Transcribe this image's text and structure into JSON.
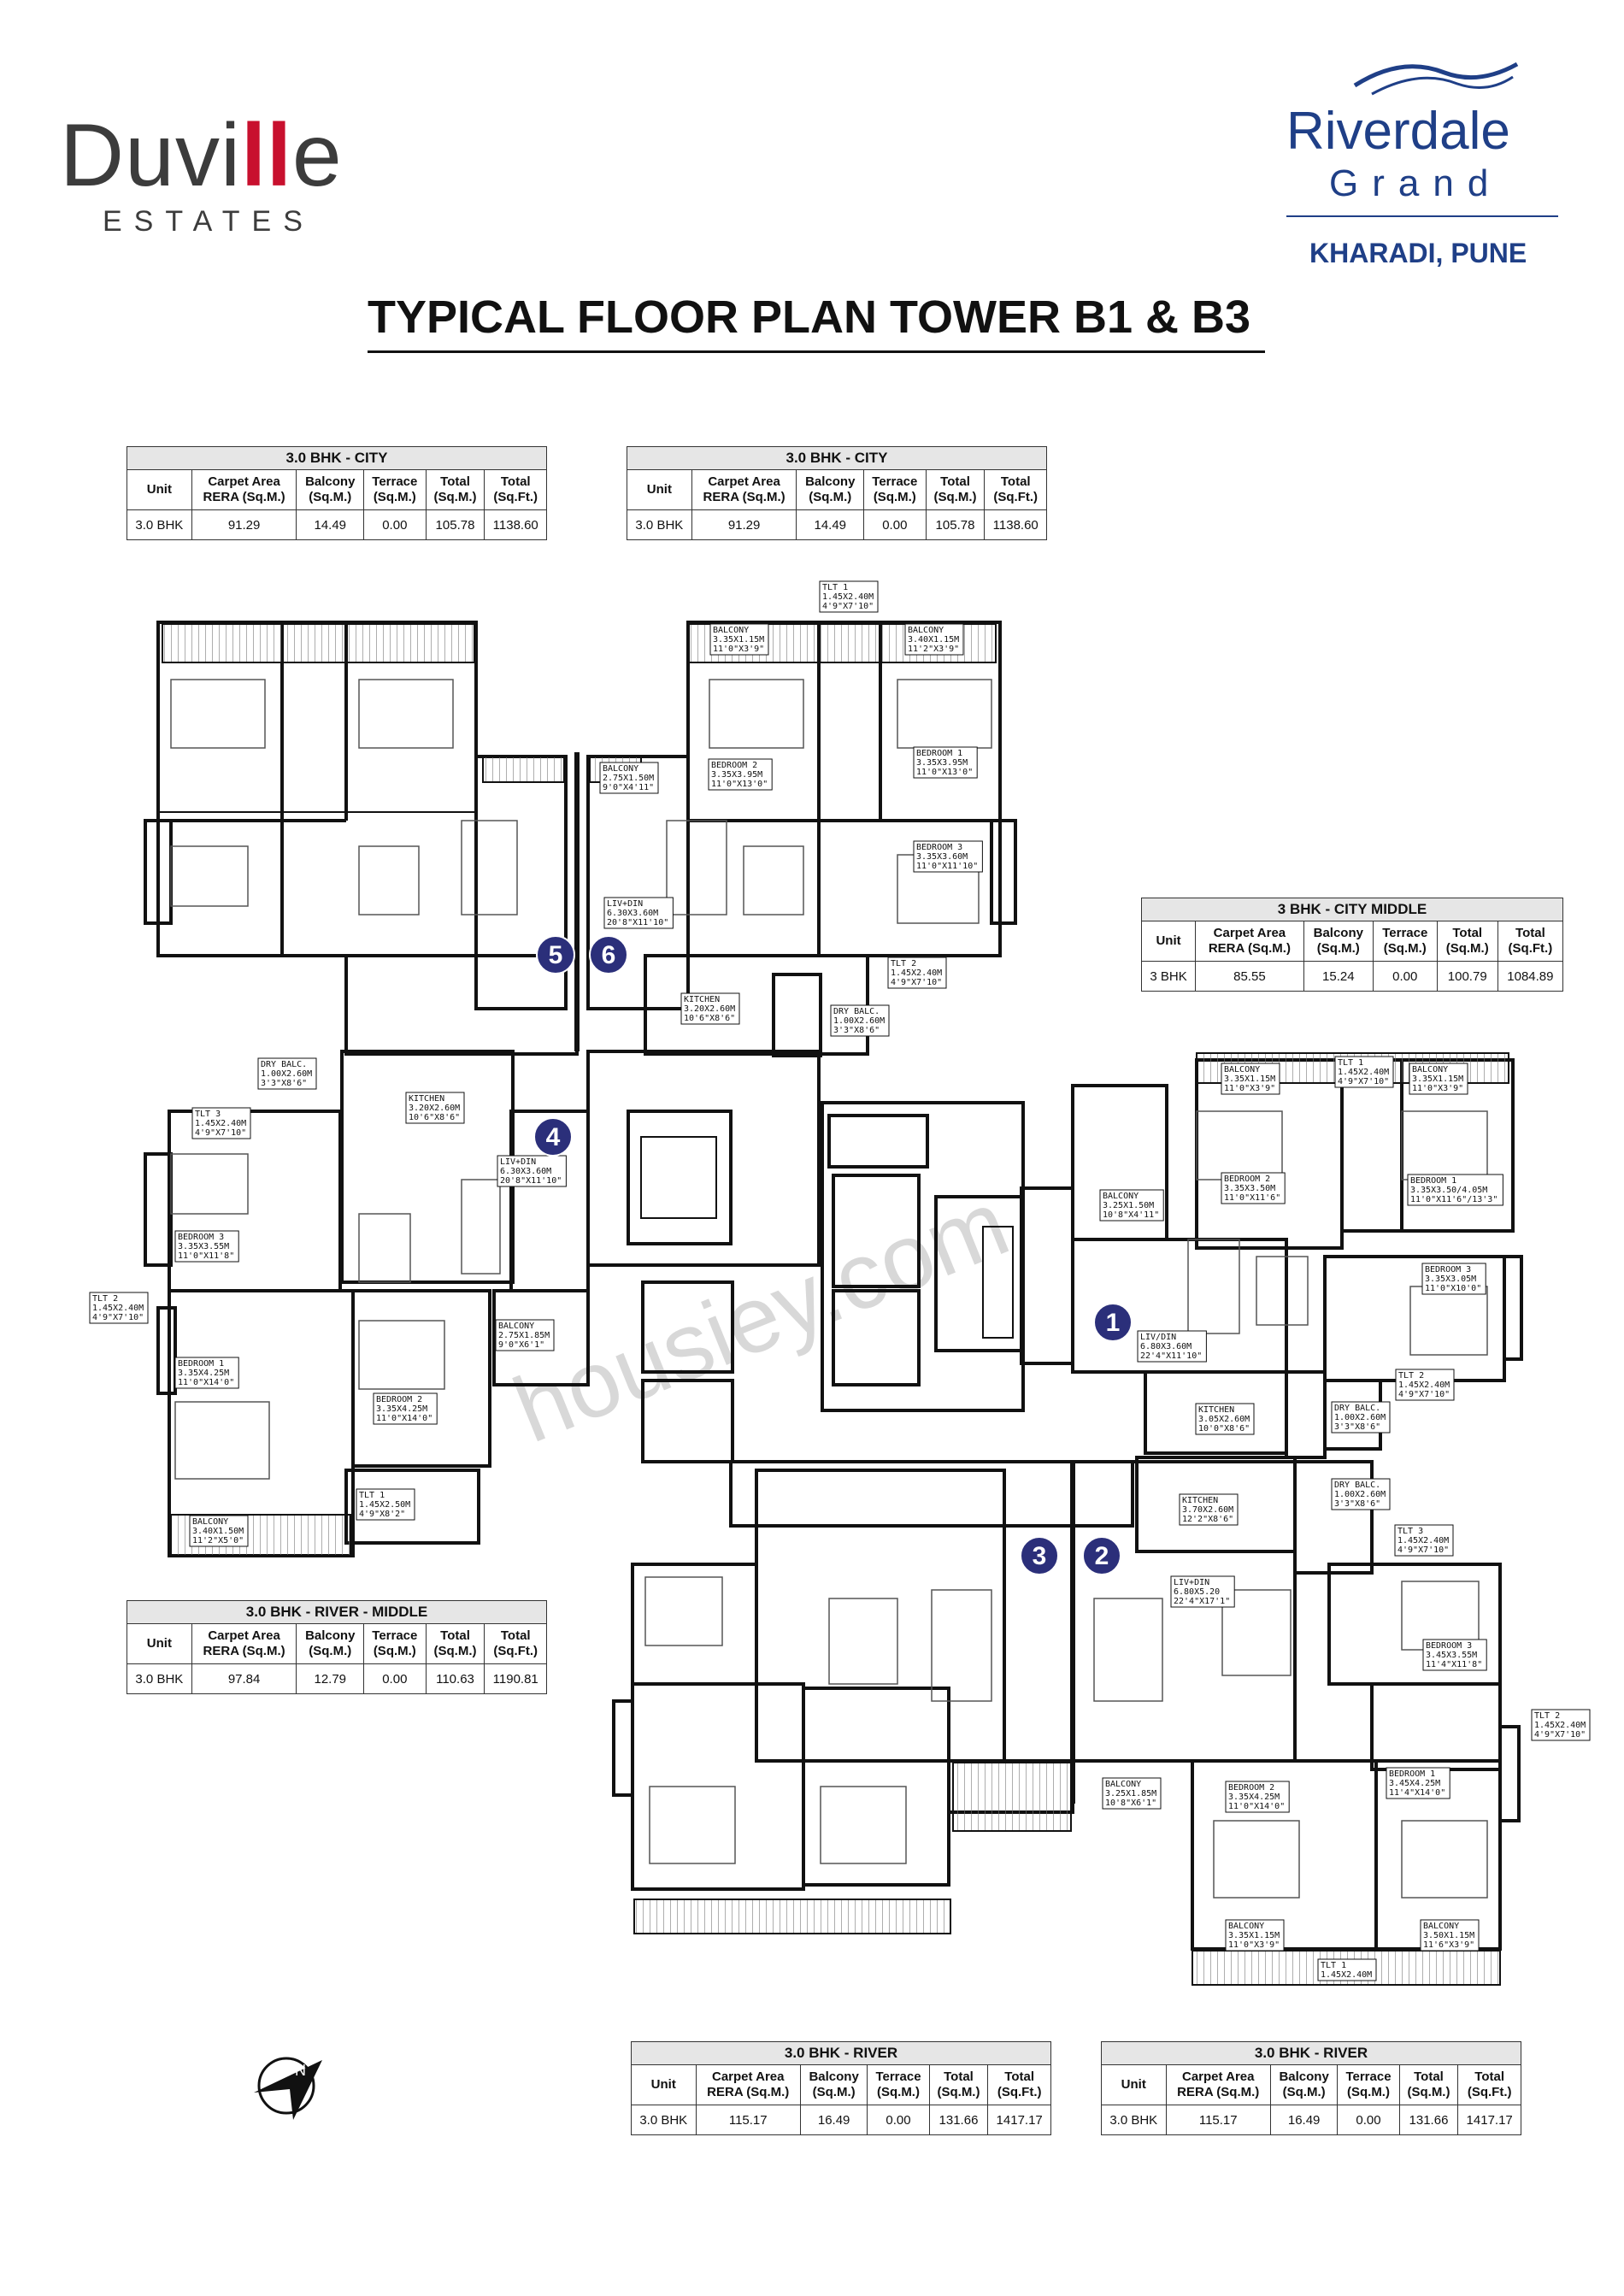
{
  "header": {
    "duville_prefix": "Duvi",
    "duville_ll": "ll",
    "duville_suffix": "e",
    "estates": "ESTATES",
    "riverdale": "Riverdale",
    "grand": "Grand",
    "location": "KHARADI, PUNE",
    "title": "TYPICAL FLOOR PLAN TOWER B1 & B3"
  },
  "table_headers": {
    "unit": "Unit",
    "carpet": "Carpet Area",
    "carpet2": "RERA (Sq.M.)",
    "balcony": "Balcony",
    "balcony2": "(Sq.M.)",
    "terrace": "Terrace",
    "terrace2": "(Sq.M.)",
    "total_sqm": "Total",
    "total_sqm2": "(Sq.M.)",
    "total_sqft": "Total",
    "total_sqft2": "(Sq.Ft.)"
  },
  "tables": [
    {
      "caption": "3.0 BHK - CITY",
      "unit": "3.0 BHK",
      "carpet": "91.29",
      "balcony": "14.49",
      "terrace": "0.00",
      "total_sqm": "105.78",
      "total_sqft": "1138.60"
    },
    {
      "caption": "3.0 BHK - CITY",
      "unit": "3.0 BHK",
      "carpet": "91.29",
      "balcony": "14.49",
      "terrace": "0.00",
      "total_sqm": "105.78",
      "total_sqft": "1138.60"
    },
    {
      "caption": "3 BHK - CITY MIDDLE",
      "unit": "3 BHK",
      "carpet": "85.55",
      "balcony": "15.24",
      "terrace": "0.00",
      "total_sqm": "100.79",
      "total_sqft": "1084.89"
    },
    {
      "caption": "3.0 BHK - RIVER - MIDDLE",
      "unit": "3.0 BHK",
      "carpet": "97.84",
      "balcony": "12.79",
      "terrace": "0.00",
      "total_sqm": "110.63",
      "total_sqft": "1190.81"
    },
    {
      "caption": "3.0 BHK - RIVER",
      "unit": "3.0 BHK",
      "carpet": "115.17",
      "balcony": "16.49",
      "terrace": "0.00",
      "total_sqm": "131.66",
      "total_sqft": "1417.17"
    },
    {
      "caption": "3.0 BHK - RIVER",
      "unit": "3.0 BHK",
      "carpet": "115.17",
      "balcony": "16.49",
      "terrace": "0.00",
      "total_sqm": "131.66",
      "total_sqft": "1417.17"
    }
  ],
  "unit_markers": [
    "1",
    "2",
    "3",
    "4",
    "5",
    "6"
  ],
  "marker_color": "#2b2f7a",
  "watermark": "housiey.com",
  "room_labels": {
    "tlt1_top": [
      "TLT 1",
      "1.45X2.40M",
      "4'9\"X7'10\""
    ],
    "balc_a": [
      "BALCONY",
      "3.35X1.15M",
      "11'0\"X3'9\""
    ],
    "balc_b": [
      "BALCONY",
      "3.40X1.15M",
      "11'2\"X3'9\""
    ],
    "balc_c": [
      "BALCONY",
      "2.75X1.50M",
      "9'0\"X4'11\""
    ],
    "bed2_a": [
      "BEDROOM 2",
      "3.35X3.95M",
      "11'0\"X13'0\""
    ],
    "bed1_a": [
      "BEDROOM 1",
      "3.35X3.95M",
      "11'0\"X13'0\""
    ],
    "bed3_a": [
      "BEDROOM 3",
      "3.35X3.60M",
      "11'0\"X11'10\""
    ],
    "livdin_a": [
      "LIV+DIN",
      "6.30X3.60M",
      "20'8\"X11'10\""
    ],
    "tlt2_a": [
      "TLT 2",
      "1.45X2.40M",
      "4'9\"X7'10\""
    ],
    "kitchen_a": [
      "KITCHEN",
      "3.20X2.60M",
      "10'6\"X8'6\""
    ],
    "drybalc_a": [
      "DRY BALC.",
      "1.00X2.60M",
      "3'3\"X8'6\""
    ],
    "drybalc_b": [
      "DRY BALC.",
      "1.00X2.60M",
      "3'3\"X8'6\""
    ],
    "kitchen_b": [
      "KITCHEN",
      "3.20X2.60M",
      "10'6\"X8'6\""
    ],
    "tlt3_b": [
      "TLT 3",
      "1.45X2.40M",
      "4'9\"X7'10\""
    ],
    "livdin_b": [
      "LIV+DIN",
      "6.30X3.60M",
      "20'8\"X11'10\""
    ],
    "bed3_b": [
      "BEDROOM 3",
      "3.35X3.55M",
      "11'0\"X11'8\""
    ],
    "tlt2_b": [
      "TLT 2",
      "1.45X2.40M",
      "4'9\"X7'10\""
    ],
    "balc_d": [
      "BALCONY",
      "2.75X1.85M",
      "9'0\"X6'1\""
    ],
    "bed1_b": [
      "BEDROOM 1",
      "3.35X4.25M",
      "11'0\"X14'0\""
    ],
    "bed2_b": [
      "BEDROOM 2",
      "3.35X4.25M",
      "11'0\"X14'0\""
    ],
    "tlt1_b": [
      "TLT 1",
      "1.45X2.50M",
      "4'9\"X8'2\""
    ],
    "balc_e": [
      "BALCONY",
      "3.40X1.50M",
      "11'2\"X5'0\""
    ],
    "tlt1_c": [
      "TLT 1",
      "1.45X2.40M",
      "4'9\"X7'10\""
    ],
    "balc_f": [
      "BALCONY",
      "3.35X1.15M",
      "11'0\"X3'9\""
    ],
    "balc_g": [
      "BALCONY",
      "3.35X1.15M",
      "11'0\"X3'9\""
    ],
    "bed2_c": [
      "BEDROOM 2",
      "3.35X3.50M",
      "11'0\"X11'6\""
    ],
    "bed1_c": [
      "BEDROOM 1",
      "3.35X3.50/4.05M",
      "11'0\"X11'6\"/13'3\""
    ],
    "balc_h": [
      "BALCONY",
      "3.25X1.50M",
      "10'8\"X4'11\""
    ],
    "bed3_c": [
      "BEDROOM 3",
      "3.35X3.05M",
      "11'0\"X10'0\""
    ],
    "livdin_c": [
      "LIV/DIN",
      "6.80X3.60M",
      "22'4\"X11'10\""
    ],
    "tlt2_c": [
      "TLT 2",
      "1.45X2.40M",
      "4'9\"X7'10\""
    ],
    "kitchen_c": [
      "KITCHEN",
      "3.05X2.60M",
      "10'0\"X8'6\""
    ],
    "drybalc_c": [
      "DRY BALC.",
      "1.00X2.60M",
      "3'3\"X8'6\""
    ],
    "drybalc_d": [
      "DRY BALC.",
      "1.00X2.60M",
      "3'3\"X8'6\""
    ],
    "kitchen_d": [
      "KITCHEN",
      "3.70X2.60M",
      "12'2\"X8'6\""
    ],
    "tlt3_d": [
      "TLT 3",
      "1.45X2.40M",
      "4'9\"X7'10\""
    ],
    "livdin_d": [
      "LIV+DIN",
      "6.80X5.20",
      "22'4\"X17'1\""
    ],
    "bed3_d": [
      "BEDROOM 3",
      "3.45X3.55M",
      "11'4\"X11'8\""
    ],
    "tlt2_d": [
      "TLT 2",
      "1.45X2.40M",
      "4'9\"X7'10\""
    ],
    "balc_i": [
      "BALCONY",
      "3.25X1.85M",
      "10'8\"X6'1\""
    ],
    "bed2_d": [
      "BEDROOM 2",
      "3.35X4.25M",
      "11'0\"X14'0\""
    ],
    "bed1_d": [
      "BEDROOM 1",
      "3.45X4.25M",
      "11'4\"X14'0\""
    ],
    "balc_j": [
      "BALCONY",
      "3.35X1.15M",
      "11'0\"X3'9\""
    ],
    "balc_k": [
      "BALCONY",
      "3.50X1.15M",
      "11'6\"X3'9\""
    ],
    "tlt1_d": [
      "TLT 1",
      "1.45X2.40M"
    ]
  }
}
